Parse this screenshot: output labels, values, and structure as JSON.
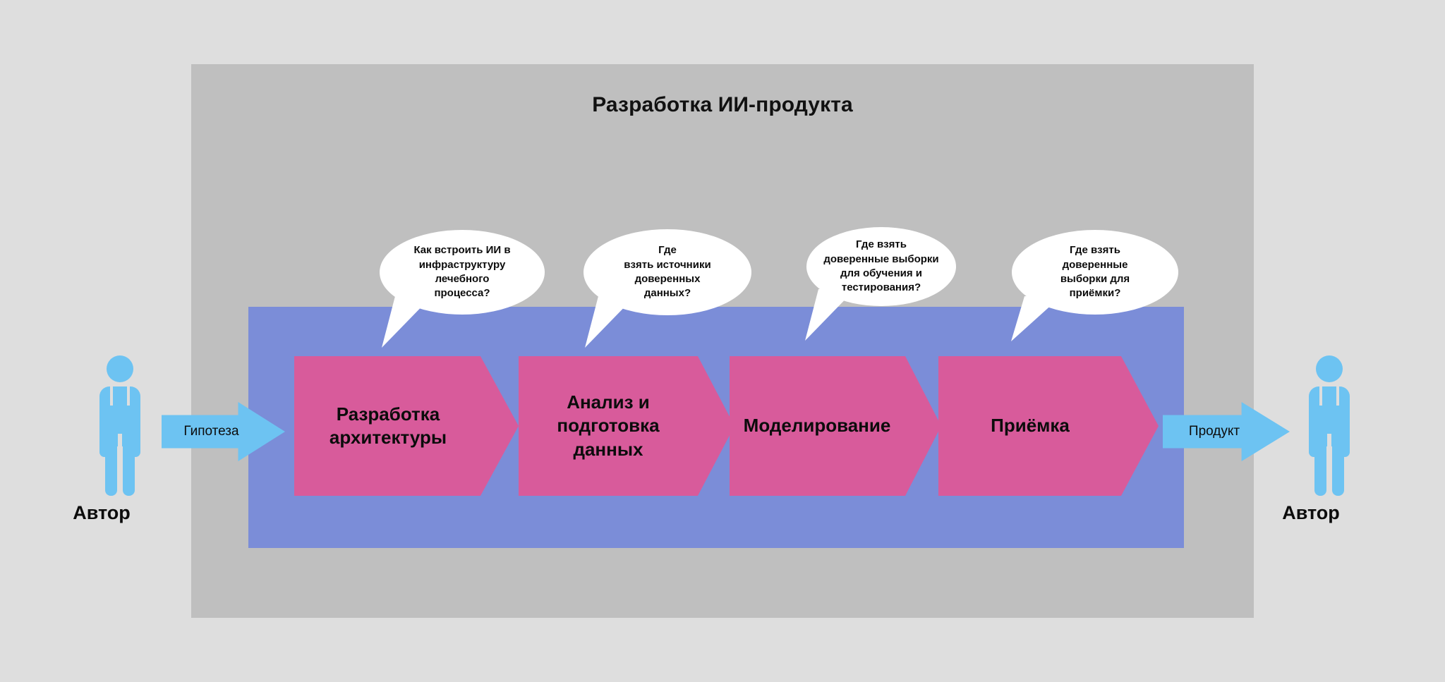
{
  "background_color": "#dedede",
  "panel": {
    "title": "Разработка ИИ-продукта",
    "fill_color": "#bfbfbf"
  },
  "band": {
    "fill_color": "#7b8dd8"
  },
  "process": {
    "arrow_color": "#d85b9b",
    "steps": [
      {
        "label": "Разработка\nархитектуры"
      },
      {
        "label": "Анализ и\nподготовка\nданных"
      },
      {
        "label": "Моделирование"
      },
      {
        "label": "Приёмка"
      }
    ]
  },
  "io": {
    "arrow_color": "#6dc3f2",
    "input_label": "Гипотеза",
    "output_label": "Продукт"
  },
  "actors": {
    "icon_color": "#6dc3f2",
    "left_label": "Автор",
    "right_label": "Автор"
  },
  "bubbles": [
    {
      "text": "Как встроить ИИ в\nинфраструктуру\nлечебного\nпроцесса?"
    },
    {
      "text": "Где\nвзять источники\nдоверенных\nданных?"
    },
    {
      "text": "Где взять\nдоверенные выборки\nдля обучения и\nтестирования?"
    },
    {
      "text": "Где взять\nдоверенные\nвыборки для\nприёмки?"
    }
  ]
}
